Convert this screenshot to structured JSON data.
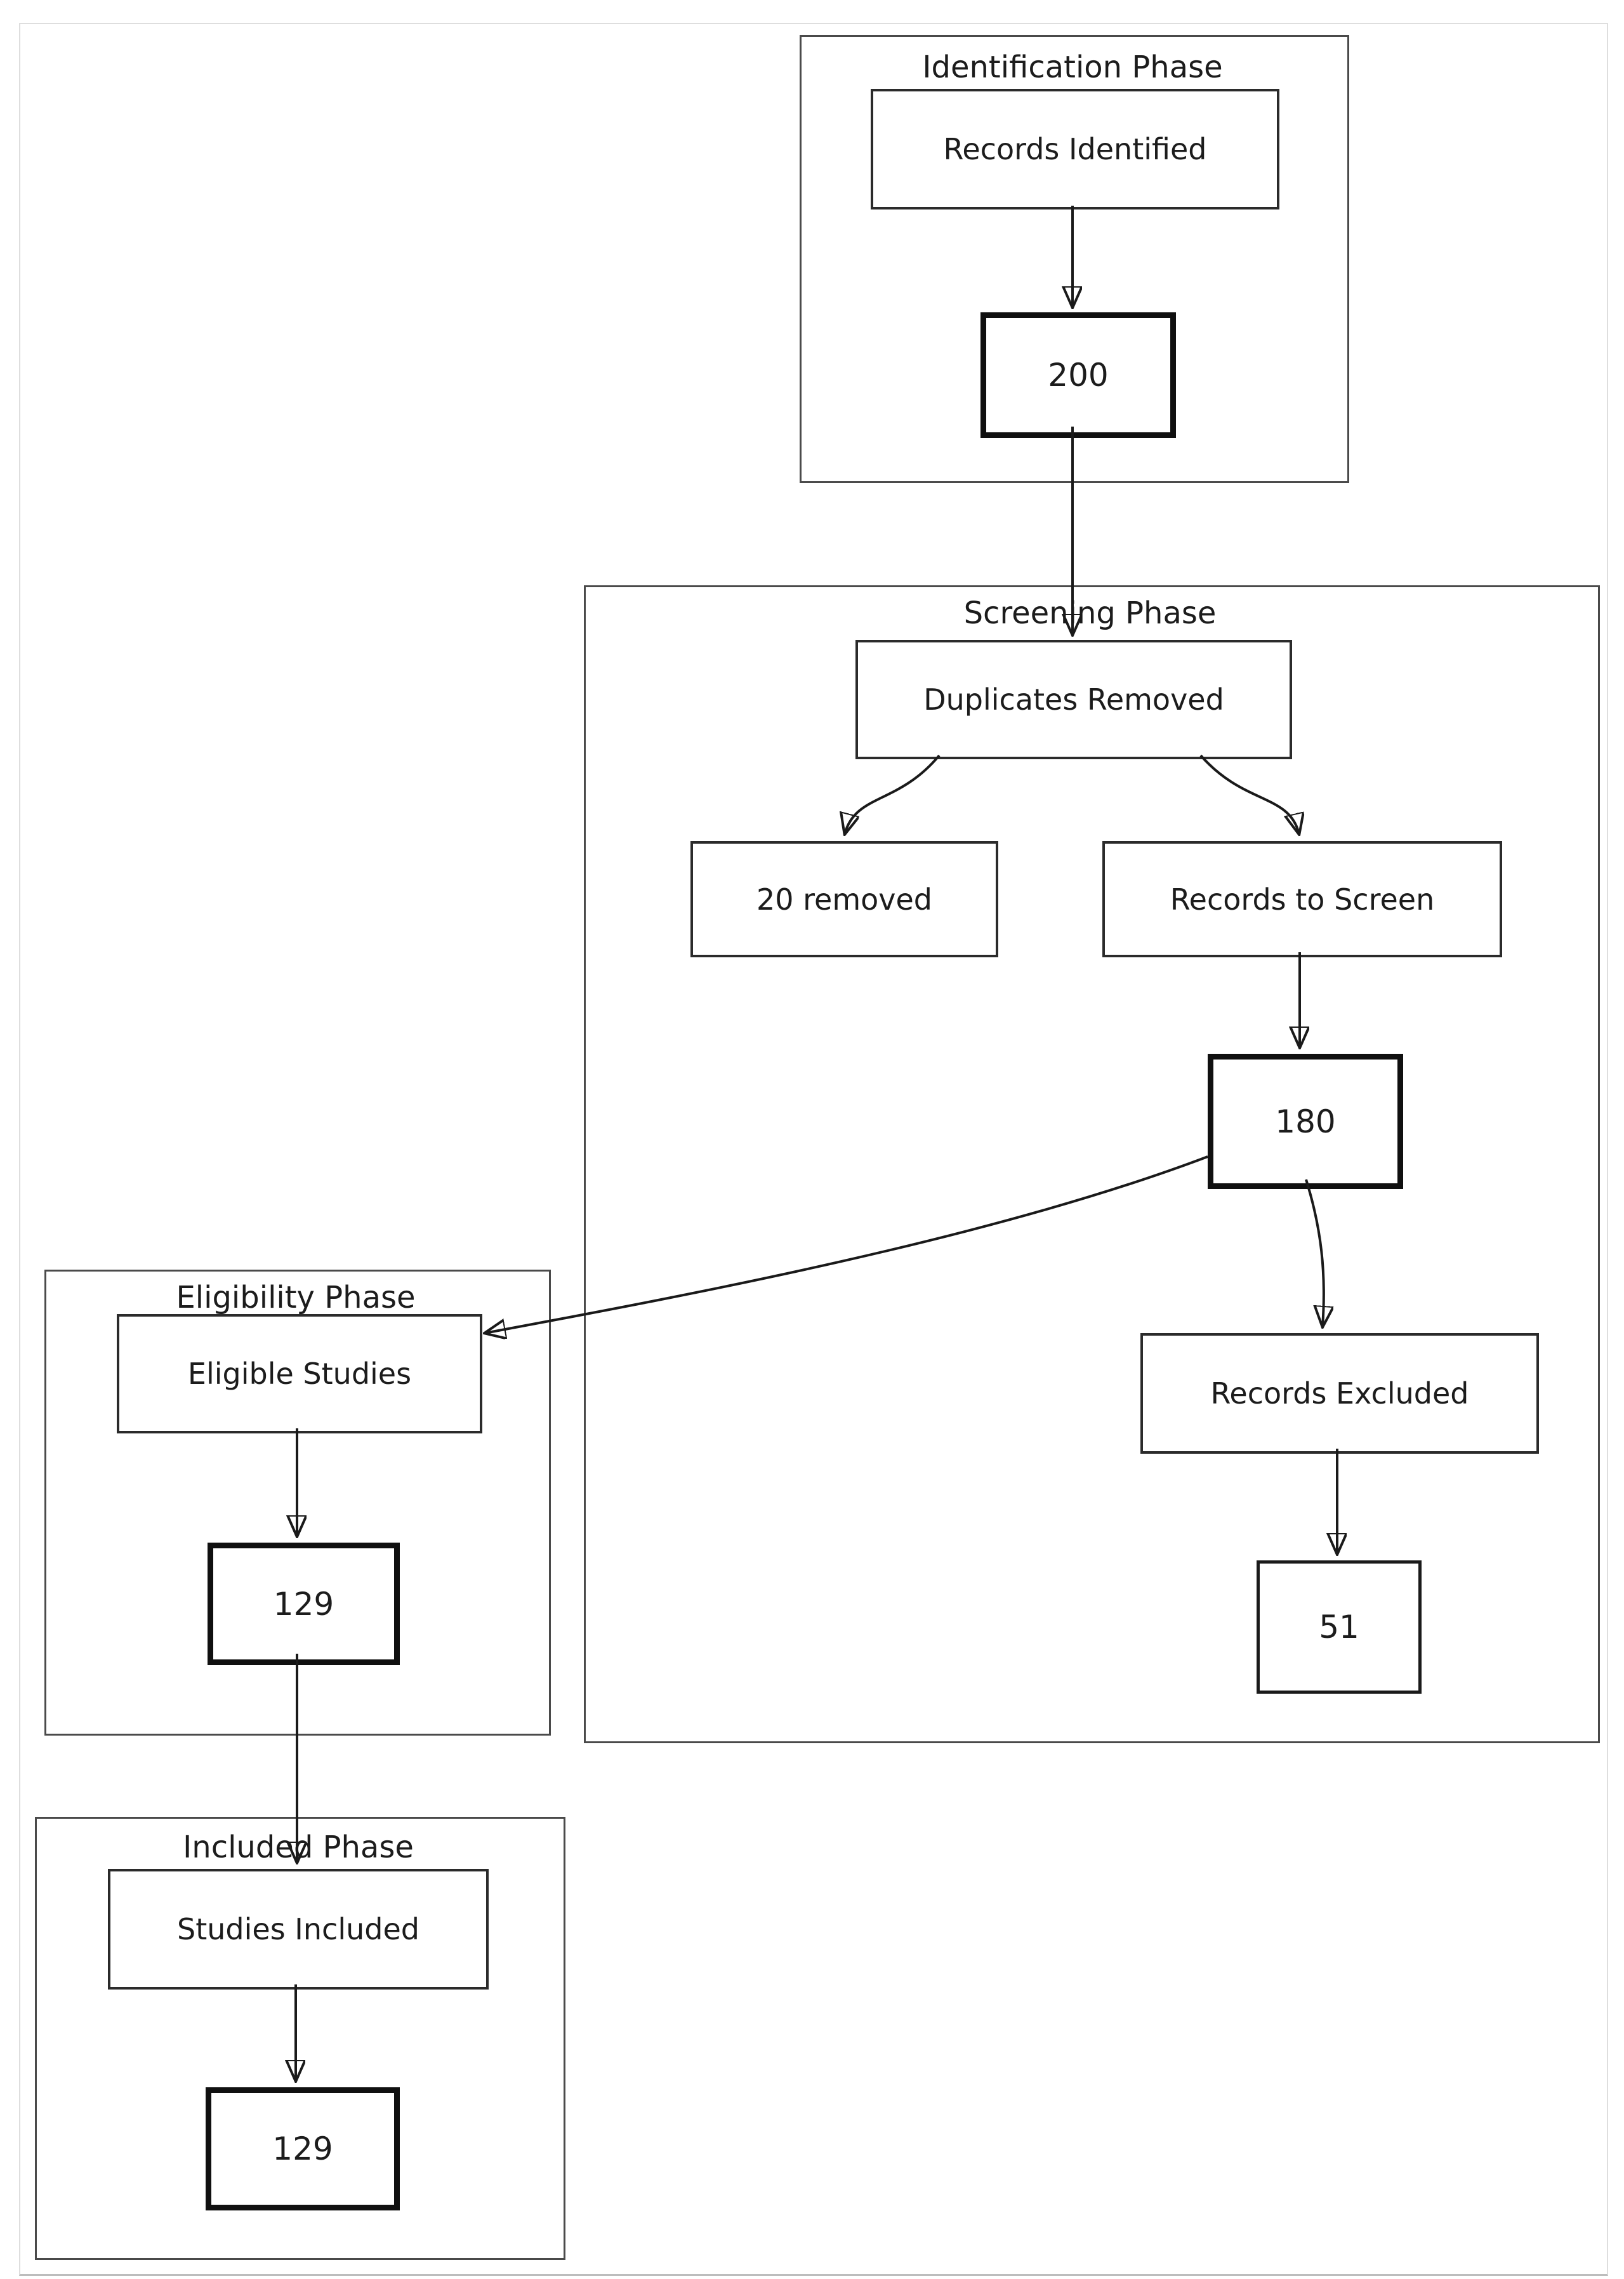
{
  "phases": {
    "identification": {
      "title": "Identification Phase",
      "nodes": {
        "records_identified": "Records Identified",
        "count": "200"
      }
    },
    "screening": {
      "title": "Screening Phase",
      "nodes": {
        "duplicates_removed": "Duplicates Removed",
        "removed_count": "20 removed",
        "records_to_screen": "Records to Screen",
        "screen_count": "180",
        "records_excluded": "Records Excluded",
        "excluded_count": "51"
      }
    },
    "eligibility": {
      "title": "Eligibility Phase",
      "nodes": {
        "eligible_studies": "Eligible Studies",
        "count": "129"
      }
    },
    "included": {
      "title": "Included Phase",
      "nodes": {
        "studies_included": "Studies Included",
        "count": "129"
      }
    }
  },
  "edges": [
    {
      "from": "Records Identified",
      "to": "200"
    },
    {
      "from": "200",
      "to": "Duplicates Removed"
    },
    {
      "from": "Duplicates Removed",
      "to": "20 removed"
    },
    {
      "from": "Duplicates Removed",
      "to": "Records to Screen"
    },
    {
      "from": "Records to Screen",
      "to": "180"
    },
    {
      "from": "180",
      "to": "Eligible Studies"
    },
    {
      "from": "180",
      "to": "Records Excluded"
    },
    {
      "from": "Records Excluded",
      "to": "51"
    },
    {
      "from": "Eligible Studies",
      "to": "129 (eligibility)"
    },
    {
      "from": "129 (eligibility)",
      "to": "Studies Included"
    },
    {
      "from": "Studies Included",
      "to": "129 (included)"
    }
  ],
  "colors": {
    "background": "#ffffff",
    "line": "#1a1a1a",
    "box_border": "#2b2b2b",
    "number_box_border": "#101010",
    "container_border": "#4a4a4a",
    "outer_frame": "#dedede",
    "text": "#1c1c1c"
  }
}
